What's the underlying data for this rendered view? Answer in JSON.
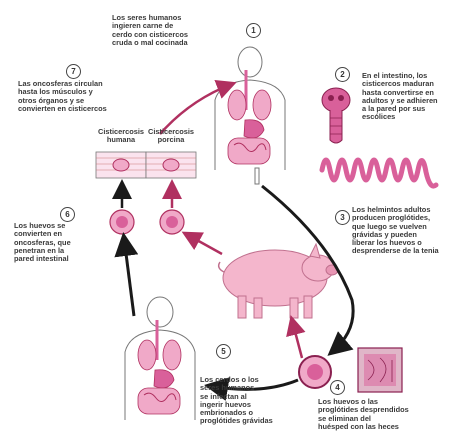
{
  "steps": [
    {
      "number": "1",
      "text": "Los seres humanos\ningieren carne de\ncerdo con cisticercos\ncruda o mal cocinada"
    },
    {
      "number": "2",
      "text": "En el intestino, los\ncisticercos maduran\nhasta convertirse en\nadultos y se adhieren\na la pared por sus\nescólices"
    },
    {
      "number": "3",
      "text": "Los helmintos adultos\nproducen proglótides,\nque luego se vuelven\ngrávidas y pueden\nliberar los huevos o\ndesprenderse de la tenia"
    },
    {
      "number": "4",
      "text": "Los huevos o las\nproglótides desprendidos\nse eliminan del\nhuésped con las heces"
    },
    {
      "number": "5",
      "text": "Los cerdos o los\nseres humanos\nse infectan al\ningerir huevos\nembrionados o\nproglótides grávidas"
    },
    {
      "number": "6",
      "text": "Los huevos se\nconvierten en\noncosferas, que\npenetran en la\npared intestinal"
    },
    {
      "number": "7",
      "text": "Las oncosferas circulan\nhasta los músculos y\notros órganos y se\nconvierten en cisticercos"
    }
  ],
  "labels": {
    "human_cysticercosis": "Cisticercosis\nhumana",
    "porcine_cysticercosis": "Cisticercosis\nporcina"
  },
  "colors": {
    "pink": "#d9609a",
    "pink_light": "#f0a9c8",
    "arrow_dark": "#1a1a1a",
    "arrow_pink": "#b03060",
    "outline": "#777777"
  }
}
